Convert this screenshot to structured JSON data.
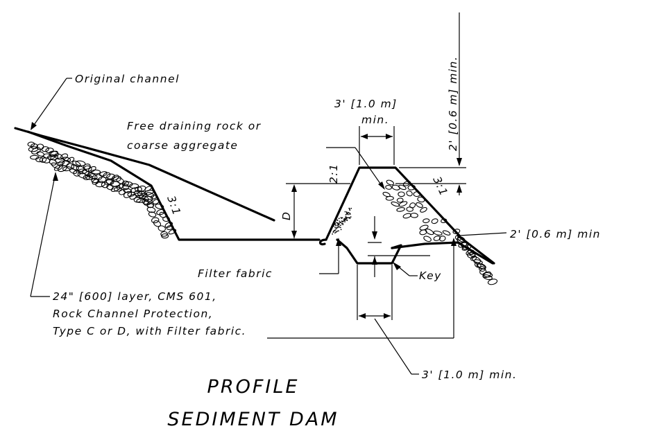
{
  "labels": {
    "original_channel": "Original channel",
    "free_draining_1": "Free draining rock or",
    "free_draining_2": "coarse aggregate",
    "top_width_1": "3' [1.0 m]",
    "top_width_2": "min.",
    "height_min": "2' [0.6 m] min.",
    "slope_left": "3:1",
    "slope_inner": "2:1",
    "slope_right": "3:1",
    "depth": "D",
    "key_depth": "2' [0.6 m] min",
    "filter_fabric": "Filter fabric",
    "key": "Key",
    "layer_1": "24\" [600] layer, CMS 601,",
    "layer_2": "Rock Channel Protection,",
    "layer_3": "Type C or D, with Filter fabric.",
    "key_width": "3' [1.0 m] min."
  },
  "title": {
    "line1": "PROFILE",
    "line2": "SEDIMENT DAM"
  }
}
